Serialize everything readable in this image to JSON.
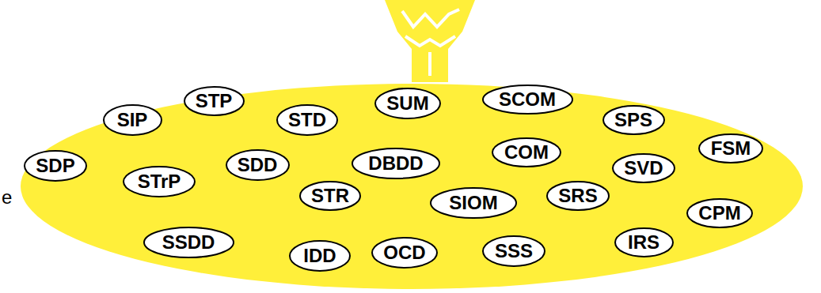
{
  "diagram": {
    "nodes": [
      {
        "text": [
          "SIP"
        ]
      },
      {
        "text": [
          "STP"
        ]
      },
      {
        "text": [
          "STD"
        ]
      },
      {
        "text": [
          "SUM"
        ]
      },
      {
        "text": [
          "SCOM"
        ]
      },
      {
        "text": [
          "SPS"
        ]
      },
      {
        "text": [
          "SDP"
        ]
      },
      {
        "text": [
          "STrP"
        ]
      },
      {
        "text": [
          "SDD"
        ]
      },
      {
        "text": [
          "DBDD"
        ]
      },
      {
        "text": [
          "COM"
        ]
      },
      {
        "text": [
          "SVD"
        ]
      },
      {
        "text": [
          "FSM"
        ]
      },
      {
        "text": [
          "STR"
        ]
      },
      {
        "text": [
          "SIOM"
        ]
      },
      {
        "text": [
          "SRS"
        ]
      },
      {
        "text": [
          "CPM"
        ]
      },
      {
        "text": [
          "SSDD"
        ]
      },
      {
        "text": [
          "IDD"
        ]
      },
      {
        "text": [
          "OCD"
        ]
      },
      {
        "text": [
          "SSS"
        ]
      },
      {
        "text": [
          "IRS"
        ]
      }
    ],
    "edges": [],
    "labels": [
      "e"
    ]
  }
}
